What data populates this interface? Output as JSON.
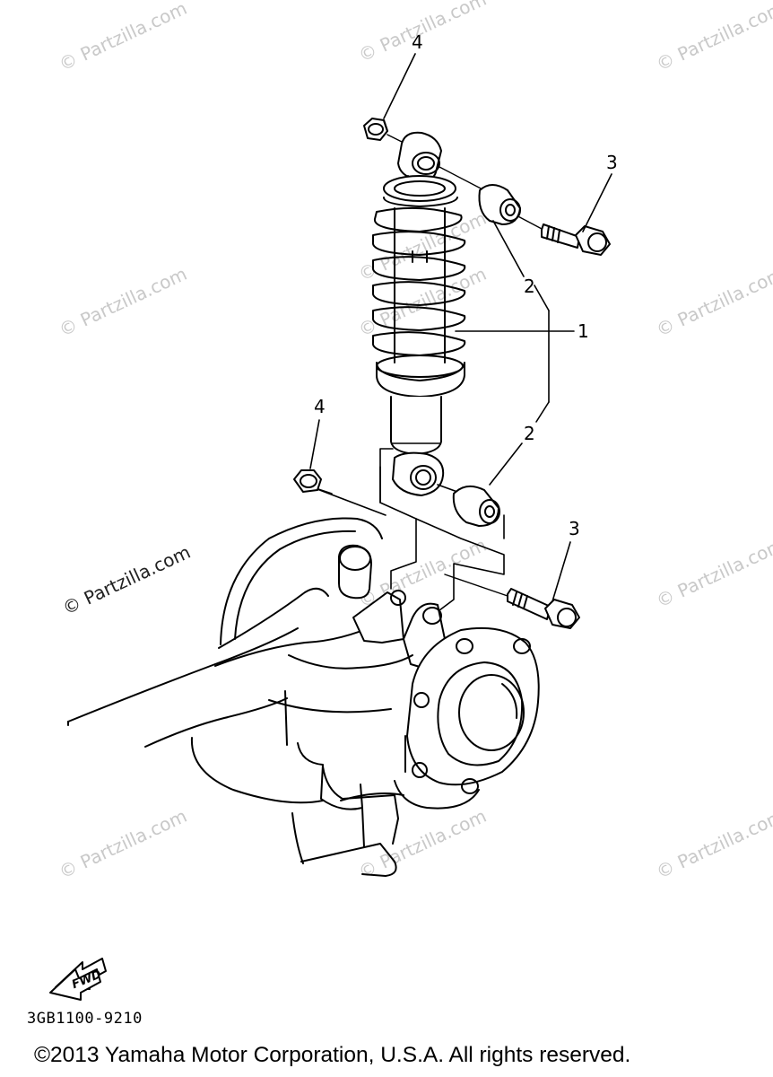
{
  "watermarks": [
    {
      "text": "© Partzilla.com",
      "tone": "light"
    },
    {
      "text": "© Partzilla.com",
      "tone": "light"
    },
    {
      "text": "© Partzilla.com",
      "tone": "light"
    },
    {
      "text": "© Partzilla.com",
      "tone": "light"
    },
    {
      "text": "© Partzilla.com",
      "tone": "light"
    },
    {
      "text": "© Partzilla.com",
      "tone": "light"
    },
    {
      "text": "© Partzilla.com",
      "tone": "dark"
    },
    {
      "text": "© Partzilla.com",
      "tone": "light"
    },
    {
      "text": "© Partzilla.com",
      "tone": "light"
    },
    {
      "text": "© Partzilla.com",
      "tone": "light"
    },
    {
      "text": "© Partzilla.com",
      "tone": "light"
    },
    {
      "text": "© Partzilla.com",
      "tone": "light"
    },
    {
      "text": "© Partzilla.com",
      "tone": "light"
    }
  ],
  "callouts": {
    "shock_absorber": "1",
    "bushing_upper": "2",
    "bushing_lower": "2",
    "bolt_upper": "3",
    "bolt_lower": "3",
    "nut_upper": "4",
    "nut_lower": "4"
  },
  "fwd_arrow_label": "FWD",
  "diagram_code": "3GB1100-9210",
  "copyright": "©2013 Yamaha Motor Corporation, U.S.A. All rights reserved.",
  "colors": {
    "line": "#000000",
    "watermark": "#c9c9c9",
    "background": "#ffffff"
  }
}
